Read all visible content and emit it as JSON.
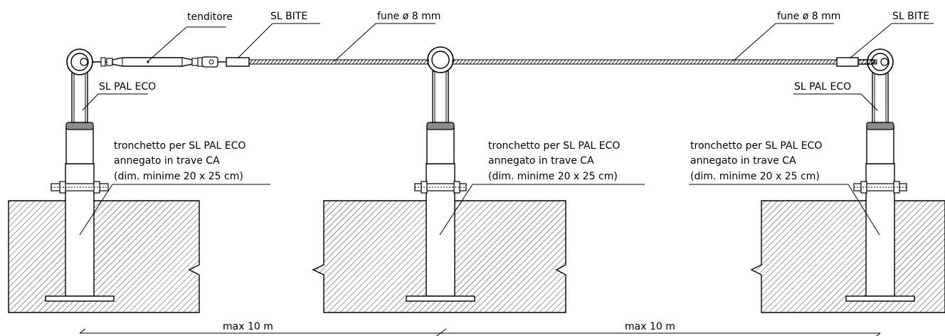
{
  "labels": {
    "tenditore": "tenditore",
    "sl_bite": "SL BITE",
    "fune": "fune ø 8 mm",
    "sl_pal_eco": "SL PAL ECO",
    "tronchetto_l1": "tronchetto per SL PAL ECO",
    "tronchetto_l2": "annegato in trave CA",
    "tronchetto_l3": "(dim. minime 20 x 25 cm)",
    "span": "max 10 m"
  },
  "colors": {
    "line": "#000000",
    "background": "#ffffff",
    "collar": "#8c8c8c"
  }
}
